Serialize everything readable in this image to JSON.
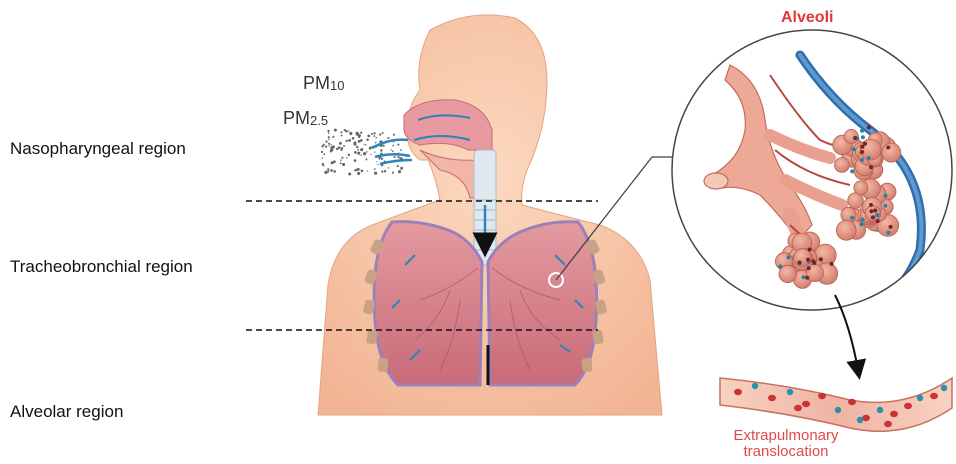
{
  "labels": {
    "nasopharyngeal": "Nasopharyngeal region",
    "tracheobronchial": "Tracheobronchial region",
    "alveolar": "Alveolar region"
  },
  "pm10": {
    "base": "PM",
    "sub": "10"
  },
  "pm25": {
    "base": "PM",
    "sub": "2.5"
  },
  "alveoli_title": "Alveoli",
  "extrapulmonary": {
    "line1": "Extrapulmonary",
    "line2": "translocation"
  },
  "colors": {
    "skin": "#f9c8a8",
    "lung": "#d9828a",
    "lung_dark": "#b85a66",
    "airway": "#dfe8ef",
    "vessel": "#f3c0b0",
    "blood_red": "#cc3333",
    "blood_blue": "#2d8fb0",
    "accent_red": "#e0383a",
    "dashed_line": "#111111"
  }
}
